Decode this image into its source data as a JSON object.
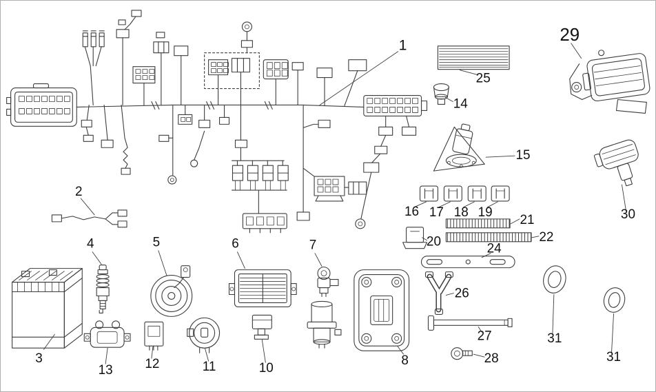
{
  "colors": {
    "background": "#ffffff",
    "line": "#3c3c3c",
    "label": "#111111",
    "frame": "#b0b0b0"
  },
  "callouts": {
    "c1": "1",
    "c2": "2",
    "c3": "3",
    "c4": "4",
    "c5": "5",
    "c6": "6",
    "c7": "7",
    "c8": "8",
    "c10": "10",
    "c11": "11",
    "c12": "12",
    "c13": "13",
    "c14": "14",
    "c15": "15",
    "c16": "16",
    "c17": "17",
    "c18": "18",
    "c19": "19",
    "c20": "20",
    "c21": "21",
    "c22": "22",
    "c24": "24",
    "c25": "25",
    "c26": "26",
    "c27": "27",
    "c28": "28",
    "c29": "29",
    "c30": "30",
    "c31a": "31",
    "c31b": "31"
  }
}
